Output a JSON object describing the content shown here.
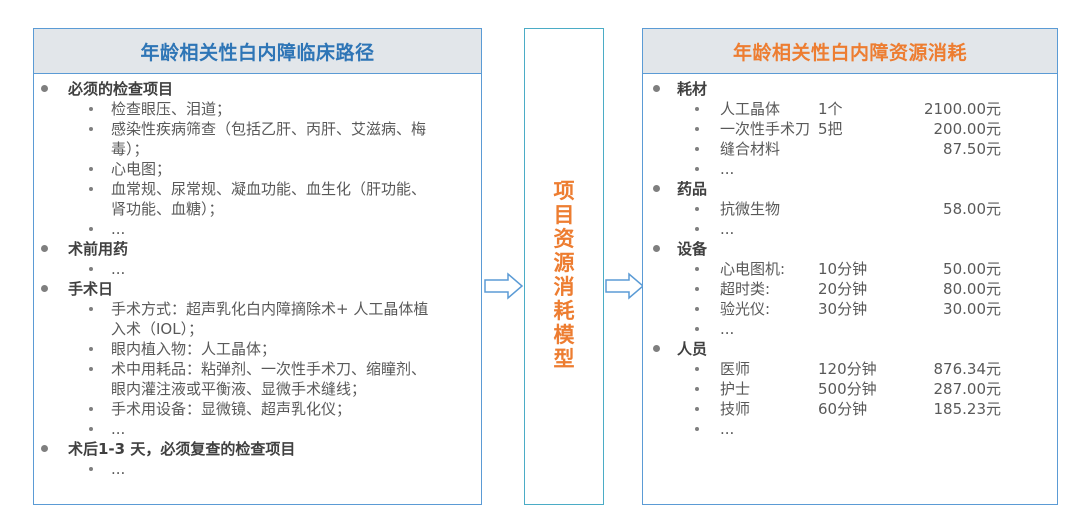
{
  "left": {
    "title": "年龄相关性白内障临床路径",
    "sections": [
      {
        "title": "必须的检查项目",
        "items": [
          [
            "检查眼压、泪道；"
          ],
          [
            "感染性疾病筛查（包括乙肝、丙肝、艾滋病、梅",
            "毒）；"
          ],
          [
            "心电图；"
          ],
          [
            "血常规、尿常规、凝血功能、血生化（肝功能、",
            "肾功能、血糖）；"
          ],
          [
            "..."
          ]
        ]
      },
      {
        "title": "术前用药",
        "items": [
          [
            "..."
          ]
        ]
      },
      {
        "title": "手术日",
        "items": [
          [
            "手术方式：超声乳化白内障摘除术+ 人工晶体植",
            "入术（IOL）；"
          ],
          [
            "眼内植入物：人工晶体；"
          ],
          [
            "术中用耗品：粘弹剂、一次性手术刀、缩瞳剂、",
            "眼内灌注液或平衡液、显微手术缝线；"
          ],
          [
            "手术用设备：显微镜、超声乳化仪；"
          ],
          [
            "..."
          ]
        ]
      },
      {
        "title": "术后1-3 天，必须复查的检查项目",
        "items": [
          [
            "..."
          ]
        ]
      }
    ]
  },
  "middle": {
    "chars": [
      "项",
      "目",
      "资",
      "源",
      "消",
      "耗",
      "模",
      "型"
    ]
  },
  "right": {
    "title": "年龄相关性白内障资源消耗",
    "sections": [
      {
        "title": "耗材",
        "items": [
          {
            "name": "人工晶体",
            "qty": "1个",
            "cost": "2100.00元"
          },
          {
            "name": "一次性手术刀",
            "qty": "5把",
            "cost": "200.00元"
          },
          {
            "name": "缝合材料",
            "qty": "",
            "cost": "87.50元"
          },
          {
            "name": "...",
            "qty": "",
            "cost": ""
          }
        ]
      },
      {
        "title": "药品",
        "items": [
          {
            "name": "抗微生物",
            "qty": "",
            "cost": "58.00元"
          },
          {
            "name": "...",
            "qty": "",
            "cost": ""
          }
        ]
      },
      {
        "title": "设备",
        "items": [
          {
            "name": "心电图机:",
            "qty": "10分钟",
            "cost": "50.00元"
          },
          {
            "name": "超时类:",
            "qty": "20分钟",
            "cost": "80.00元"
          },
          {
            "name": "验光仪:",
            "qty": "30分钟",
            "cost": "30.00元"
          },
          {
            "name": "...",
            "qty": "",
            "cost": ""
          }
        ]
      },
      {
        "title": "人员",
        "items": [
          {
            "name": "医师",
            "qty": "120分钟",
            "cost": "876.34元"
          },
          {
            "name": "护士",
            "qty": "500分钟",
            "cost": "287.00元"
          },
          {
            "name": "技师",
            "qty": "60分钟",
            "cost": "185.23元"
          },
          {
            "name": "...",
            "qty": "",
            "cost": ""
          }
        ]
      }
    ]
  }
}
